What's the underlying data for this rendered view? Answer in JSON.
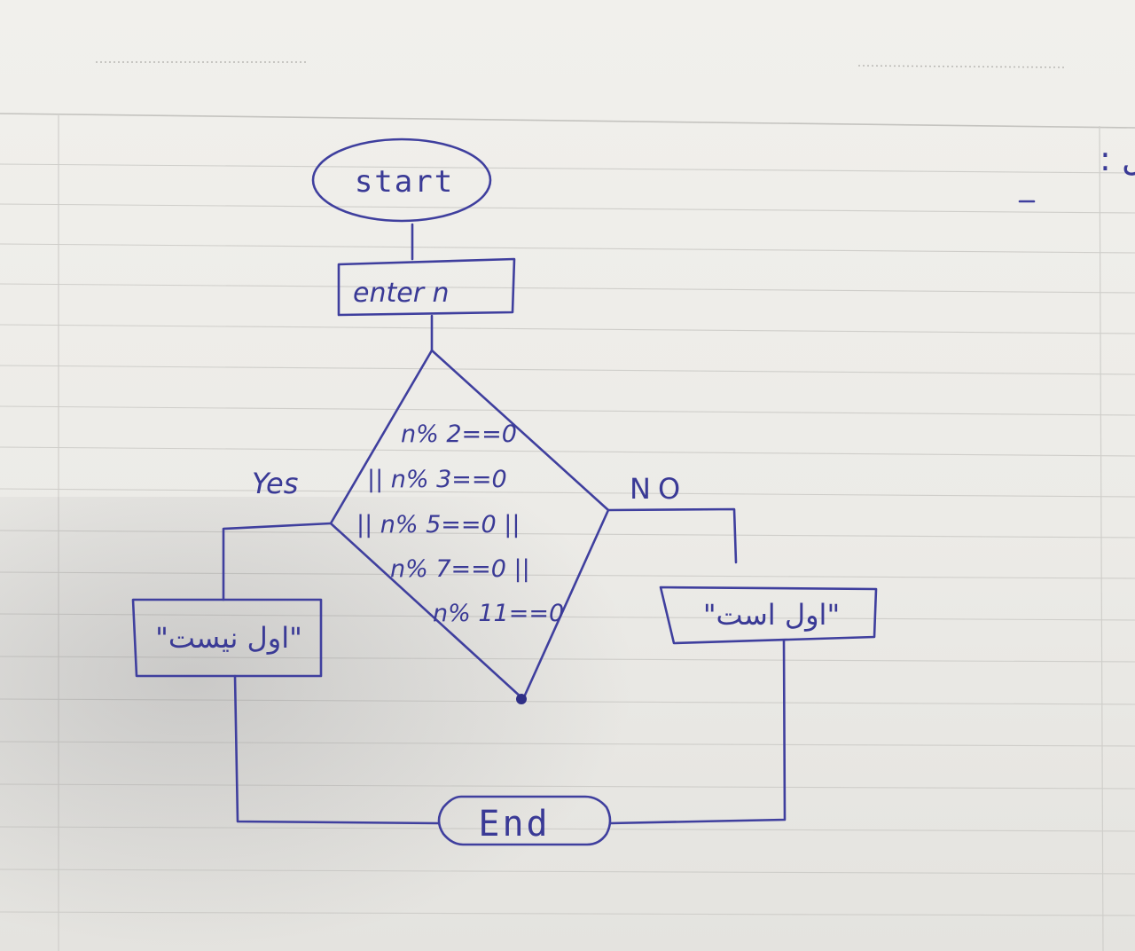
{
  "header": {
    "title": "تشخیص اعداد اول :"
  },
  "flowchart": {
    "start_label": "start",
    "input_label": "enter n",
    "condition_lines": [
      "n% 2==0",
      "|| n% 3==0",
      "|| n% 5==0 ||",
      "n% 7==0 ||",
      "n% 11==0"
    ],
    "yes_label": "Yes",
    "no_label": "NO",
    "yes_output": "\"اول نیست\"",
    "no_output": "\"اول است\"",
    "end_label": "End"
  },
  "colors": {
    "ink": "#3f3f9e",
    "paper": "#f1f0ec",
    "rule_line": "#c9c8c4"
  }
}
